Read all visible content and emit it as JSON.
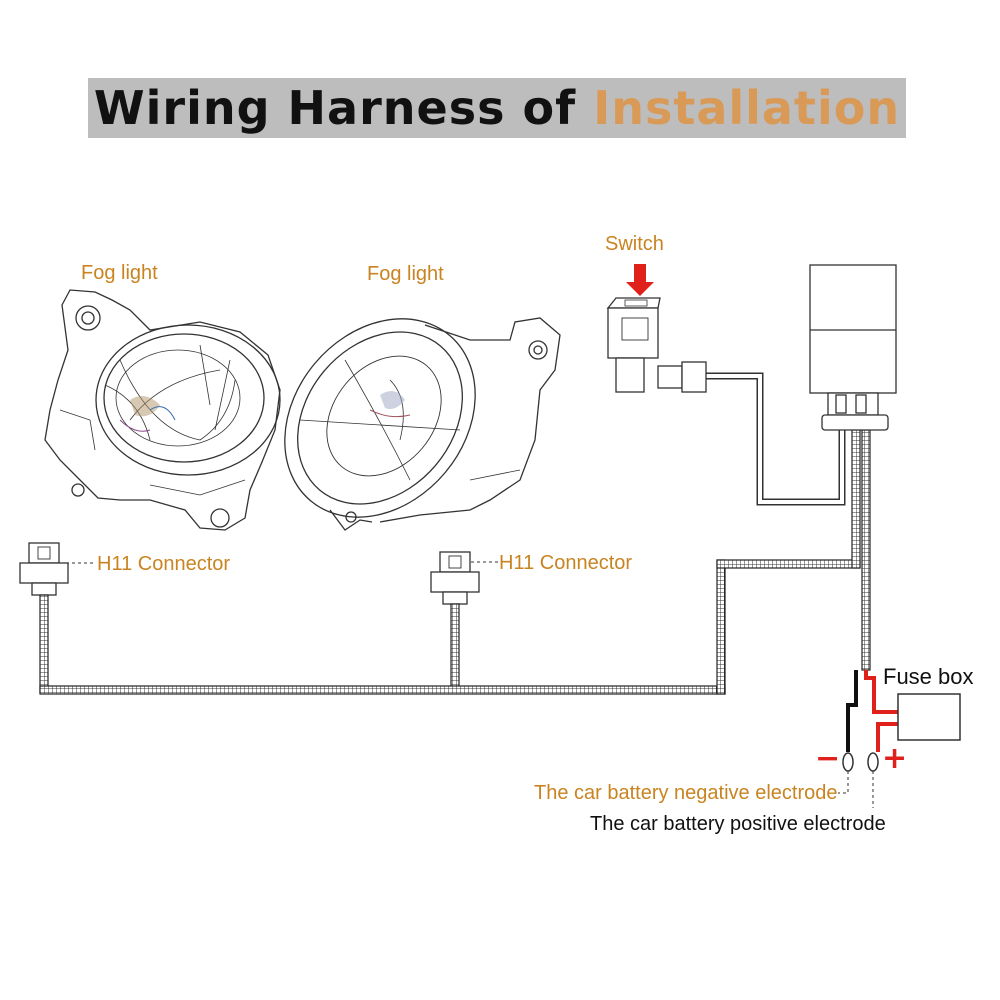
{
  "title": {
    "part1": "Wiring Harness of ",
    "part2": "Installation"
  },
  "labels": {
    "fog_light_left": "Fog light",
    "fog_light_right": "Fog light",
    "switch": "Switch",
    "h11_left": "H11 Connector",
    "h11_right": "H11 Connector",
    "fuse_box": "Fuse box",
    "negative_sign": "−",
    "positive_sign": "+",
    "battery_negative": "The car battery negative electrode",
    "battery_positive": "The car battery positive electrode"
  },
  "colors": {
    "banner": "#bdbdbd",
    "title_dark": "#111111",
    "title_accent": "#d99a57",
    "label_orange": "#c98421",
    "wire_red": "#e0201b",
    "arrow_red": "#e0201b"
  }
}
